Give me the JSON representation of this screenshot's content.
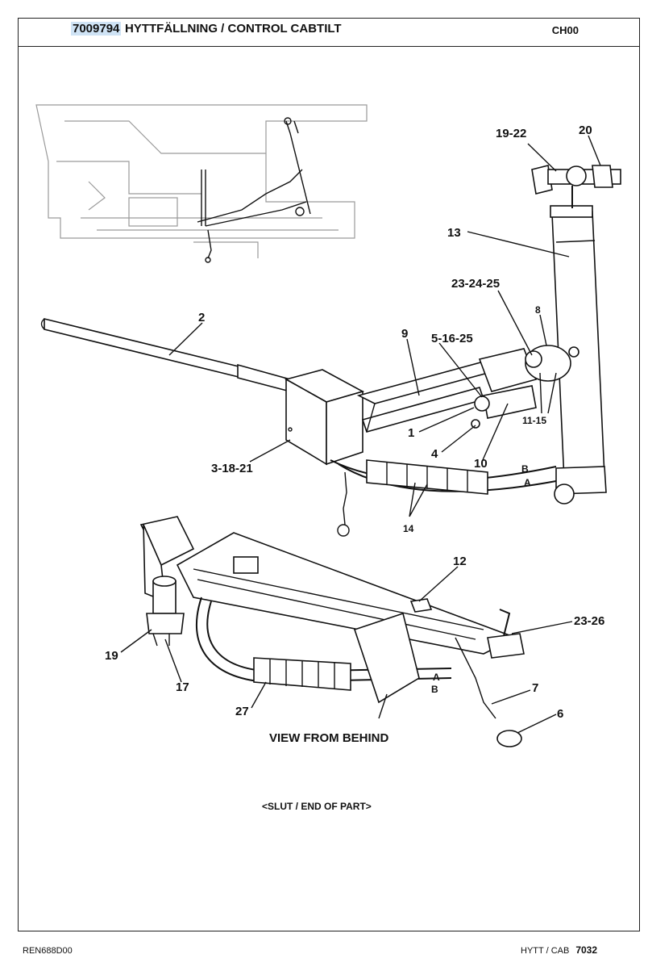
{
  "header": {
    "part_number": "7009794",
    "title": "HYTTFÄLLNING / CONTROL CABTILT",
    "section_code": "CH00"
  },
  "callouts": {
    "c19_22": "19-22",
    "c20": "20",
    "c13": "13",
    "c23_24_25": "23-24-25",
    "c8": "8",
    "c2": "2",
    "c9": "9",
    "c5_16_25": "5-16-25",
    "c1": "1",
    "c11_15": "11-15",
    "c4": "4",
    "c10": "10",
    "c3_18_21": "3-18-21",
    "c14": "14",
    "c12": "12",
    "c23_26": "23-26",
    "c19": "19",
    "c17": "17",
    "c7": "7",
    "c27": "27",
    "c6": "6",
    "hose_a": "A",
    "hose_b": "B"
  },
  "view_caption": "VIEW FROM BEHIND",
  "end_note": "<SLUT / END OF PART>",
  "footer": {
    "doc_code": "REN688D00",
    "section": "HYTT / CAB",
    "page": "7032"
  }
}
